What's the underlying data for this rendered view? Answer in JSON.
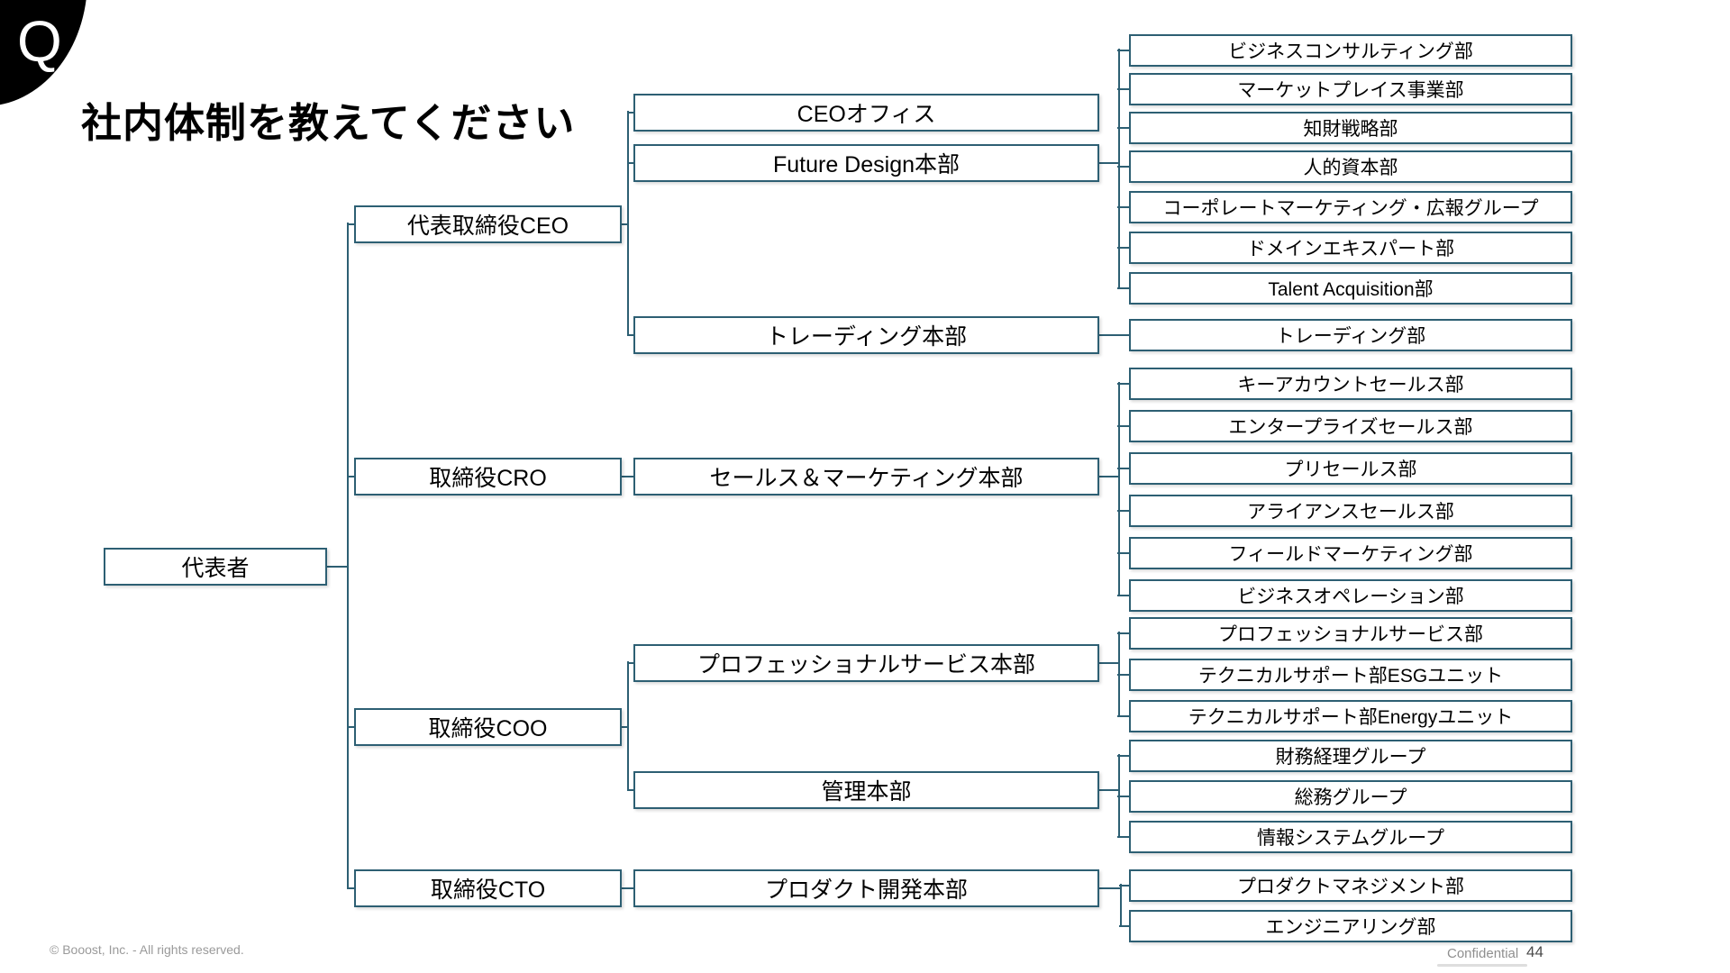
{
  "slide": {
    "q_label": "Q",
    "title": "社内体制を教えてください",
    "footer_left": "© Booost, Inc. - All rights reserved.",
    "confidential_label": "Confidential",
    "page_number": "44"
  },
  "colors": {
    "box_border": "#2d5f73",
    "connector": "#2d5f73",
    "badge_background": "#000000",
    "title_text": "#000000",
    "footer_text": "#9a9a9a"
  },
  "org": {
    "root": {
      "id": "root",
      "label": "代表者"
    },
    "executives": [
      {
        "id": "ceo",
        "label": "代表取締役CEO",
        "parent": "root"
      },
      {
        "id": "cro",
        "label": "取締役CRO",
        "parent": "root"
      },
      {
        "id": "coo",
        "label": "取締役COO",
        "parent": "root"
      },
      {
        "id": "cto",
        "label": "取締役CTO",
        "parent": "root"
      }
    ],
    "divisions": [
      {
        "id": "ceo-office",
        "label": "CEOオフィス",
        "parent": "ceo"
      },
      {
        "id": "future-design",
        "label": "Future Design本部",
        "parent": "ceo"
      },
      {
        "id": "trading-hq",
        "label": "トレーディング本部",
        "parent": "ceo"
      },
      {
        "id": "sales-marketing",
        "label": "セールス＆マーケティング本部",
        "parent": "cro"
      },
      {
        "id": "professional-services-hq",
        "label": "プロフェッショナルサービス本部",
        "parent": "coo"
      },
      {
        "id": "admin-hq",
        "label": "管理本部",
        "parent": "coo"
      },
      {
        "id": "product-dev-hq",
        "label": "プロダクト開発本部",
        "parent": "cto"
      }
    ],
    "departments": [
      {
        "id": "business-consulting",
        "label": "ビジネスコンサルティング部",
        "parent": "future-design"
      },
      {
        "id": "marketplace",
        "label": "マーケットプレイス事業部",
        "parent": "future-design"
      },
      {
        "id": "ip-strategy",
        "label": "知財戦略部",
        "parent": "future-design"
      },
      {
        "id": "human-capital",
        "label": "人的資本部",
        "parent": "future-design"
      },
      {
        "id": "corp-marketing-pr",
        "label": "コーポレートマーケティング・広報グループ",
        "parent": "future-design"
      },
      {
        "id": "domain-expert",
        "label": "ドメインエキスパート部",
        "parent": "future-design"
      },
      {
        "id": "talent-acquisition",
        "label": "Talent Acquisition部",
        "parent": "future-design"
      },
      {
        "id": "trading",
        "label": "トレーディング部",
        "parent": "trading-hq"
      },
      {
        "id": "key-account-sales",
        "label": "キーアカウントセールス部",
        "parent": "sales-marketing"
      },
      {
        "id": "enterprise-sales",
        "label": "エンタープライズセールス部",
        "parent": "sales-marketing"
      },
      {
        "id": "presales",
        "label": "プリセールス部",
        "parent": "sales-marketing"
      },
      {
        "id": "alliance-sales",
        "label": "アライアンスセールス部",
        "parent": "sales-marketing"
      },
      {
        "id": "field-marketing",
        "label": "フィールドマーケティング部",
        "parent": "sales-marketing"
      },
      {
        "id": "business-operations",
        "label": "ビジネスオペレーション部",
        "parent": "sales-marketing"
      },
      {
        "id": "professional-services",
        "label": "プロフェッショナルサービス部",
        "parent": "professional-services-hq"
      },
      {
        "id": "tech-support-esg",
        "label": "テクニカルサポート部ESGユニット",
        "parent": "professional-services-hq"
      },
      {
        "id": "tech-support-energy",
        "label": "テクニカルサポート部Energyユニット",
        "parent": "professional-services-hq"
      },
      {
        "id": "finance-accounting",
        "label": "財務経理グループ",
        "parent": "admin-hq"
      },
      {
        "id": "general-affairs",
        "label": "総務グループ",
        "parent": "admin-hq"
      },
      {
        "id": "info-systems",
        "label": "情報システムグループ",
        "parent": "admin-hq"
      },
      {
        "id": "product-management",
        "label": "プロダクトマネジメント部",
        "parent": "product-dev-hq"
      },
      {
        "id": "engineering",
        "label": "エンジニアリング部",
        "parent": "product-dev-hq"
      }
    ]
  }
}
